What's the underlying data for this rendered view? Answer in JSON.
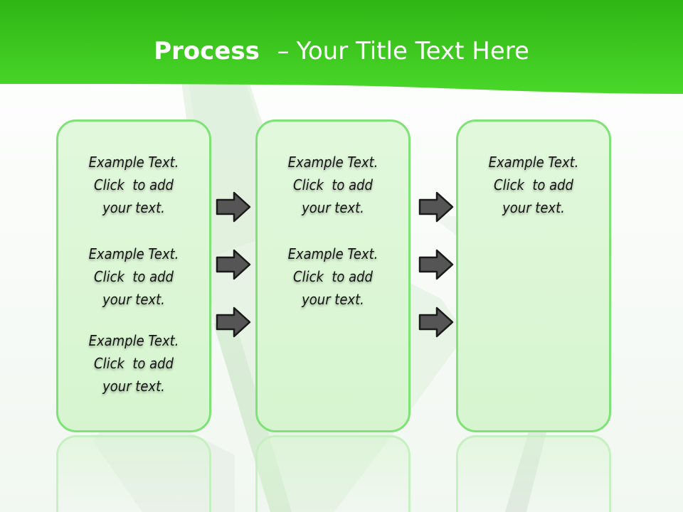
{
  "header": {
    "title_bold": "Process",
    "title_separator": "–",
    "title_rest": "Your Title Text Here",
    "band_color": "#3ccf1f"
  },
  "panels": [
    {
      "blocks": [
        [
          "Example Text.",
          "Click  to add",
          "your text."
        ],
        [
          "Example Text.",
          "Click  to add",
          "your text."
        ],
        [
          "Example Text.",
          "Click  to add",
          "your text."
        ]
      ]
    },
    {
      "blocks": [
        [
          "Example Text.",
          "Click  to add",
          "your text."
        ],
        [
          "Example Text.",
          "Click  to add",
          "your text."
        ]
      ]
    },
    {
      "blocks": [
        [
          "Example Text.",
          "Click  to add",
          "your text."
        ]
      ]
    }
  ],
  "arrow_groups": [
    {
      "count": 3,
      "icon": "right-arrow-icon"
    },
    {
      "count": 3,
      "icon": "right-arrow-icon"
    }
  ],
  "colors": {
    "panel_border": "#7ee276",
    "panel_fill": "#dcf7d5",
    "arrow_fill": "#555555",
    "arrow_stroke": "#1a1a1a"
  }
}
